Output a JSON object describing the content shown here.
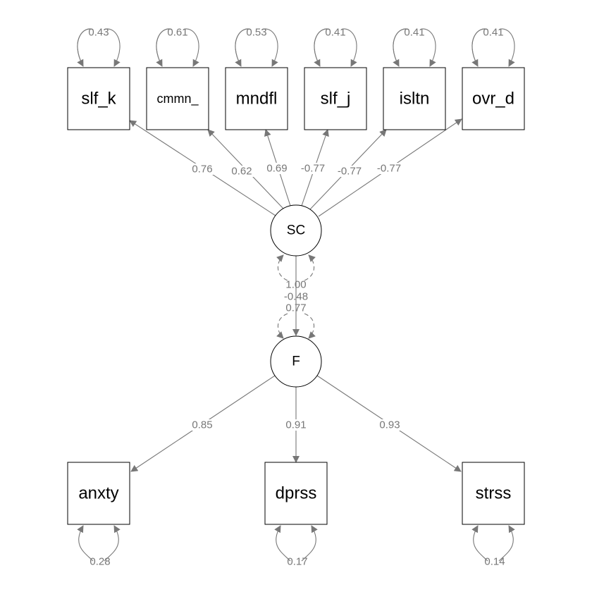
{
  "diagram": {
    "type": "sem-path-diagram",
    "colors": {
      "node_stroke": "#000000",
      "edge": "#777777",
      "background": "#ffffff"
    },
    "latents": [
      {
        "id": "SC",
        "label": "SC"
      },
      {
        "id": "F",
        "label": "F"
      }
    ],
    "indicators_top": [
      {
        "id": "slf_k",
        "label": "slf_k",
        "loading": "0.76",
        "residual": "0.43"
      },
      {
        "id": "cmmn_",
        "label": "cmmn_",
        "loading": "0.62",
        "residual": "0.61"
      },
      {
        "id": "mndfl",
        "label": "mndfl",
        "loading": "0.69",
        "residual": "0.53"
      },
      {
        "id": "slf_j",
        "label": "slf_j",
        "loading": "-0.77",
        "residual": "0.41"
      },
      {
        "id": "isltn",
        "label": "isltn",
        "loading": "-0.77",
        "residual": "0.41"
      },
      {
        "id": "ovr_d",
        "label": "ovr_d",
        "loading": "-0.77",
        "residual": "0.41"
      }
    ],
    "indicators_bottom": [
      {
        "id": "anxty",
        "label": "anxty",
        "loading": "0.85",
        "residual": "0.28"
      },
      {
        "id": "dprss",
        "label": "dprss",
        "loading": "0.91",
        "residual": "0.17"
      },
      {
        "id": "strss",
        "label": "strss",
        "loading": "0.93",
        "residual": "0.14"
      }
    ],
    "latent_paths": {
      "sc_variance": "1.00",
      "sc_to_f": "-0.48",
      "f_variance": "0.77"
    }
  }
}
